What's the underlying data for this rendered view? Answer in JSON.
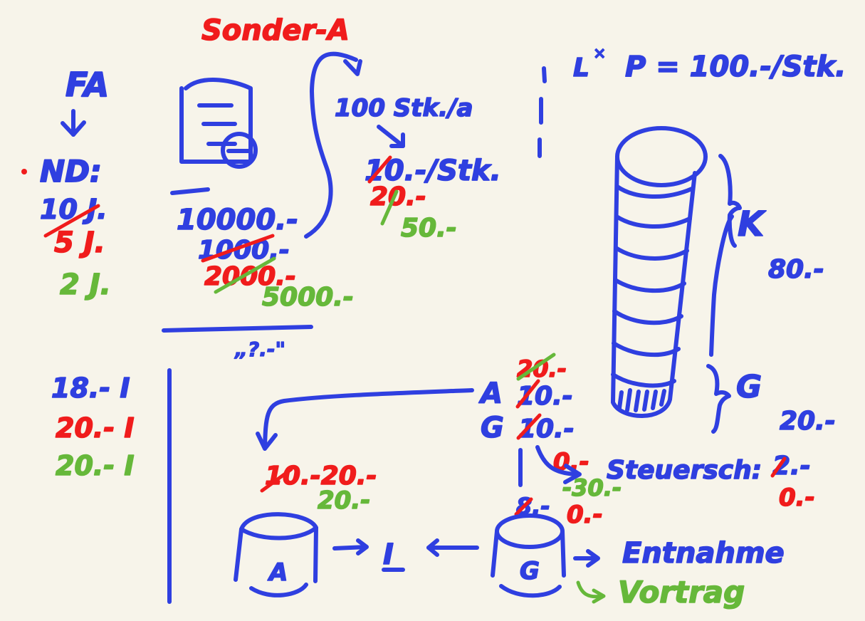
{
  "colors": {
    "background": "#f7f4ea",
    "blue": "#2f3fe0",
    "red": "#f01c1c",
    "green": "#66b83a"
  },
  "notes": {
    "left": {
      "fa": "FA",
      "arrow": "↓",
      "bullet": "•",
      "nd": "ND:",
      "years": [
        "10 J.",
        "5 J.",
        "2 J."
      ],
      "amounts": [
        "18.- I",
        "20.- I",
        "20.- I"
      ]
    },
    "middle": {
      "special": "Sonder-A",
      "cost_main": "10000.-",
      "cost_alt1": "1000.-",
      "cost_alt2": "2000.-",
      "cost_alt3": "5000.-",
      "quote": "„?.-\""
    },
    "production": {
      "units": "100 Stk./a",
      "unit_cost": "10.-/Stk.",
      "unit_cost_alt1": "20.-",
      "unit_cost_alt2": "50.-"
    },
    "right": {
      "price_label": "L",
      "price_superscript": "×",
      "price": "P = 100.-/Stk.",
      "k_label": "K",
      "k_value": "80.-",
      "g_label": "G",
      "g_value": "20.-"
    },
    "allocation": {
      "a_label": "A",
      "a_value": "10.-",
      "a_value_red": "20.-",
      "g_label": "G",
      "g_value": "10.-",
      "g_value_red": "0.-",
      "tax_label": "Steuersch:",
      "tax_value": "2.-",
      "tax_value_red": "0.-",
      "tax_green": "-30.-",
      "withdrawal_value": "8.-",
      "withdrawal_red": "0.-"
    },
    "bottom": {
      "values_red": "10.-20.-",
      "value_green": "20.-",
      "bucket_a": "A",
      "bucket_i": "I",
      "bucket_g": "G",
      "withdrawal": "Entnahme",
      "carryforward": "Vortrag"
    }
  }
}
